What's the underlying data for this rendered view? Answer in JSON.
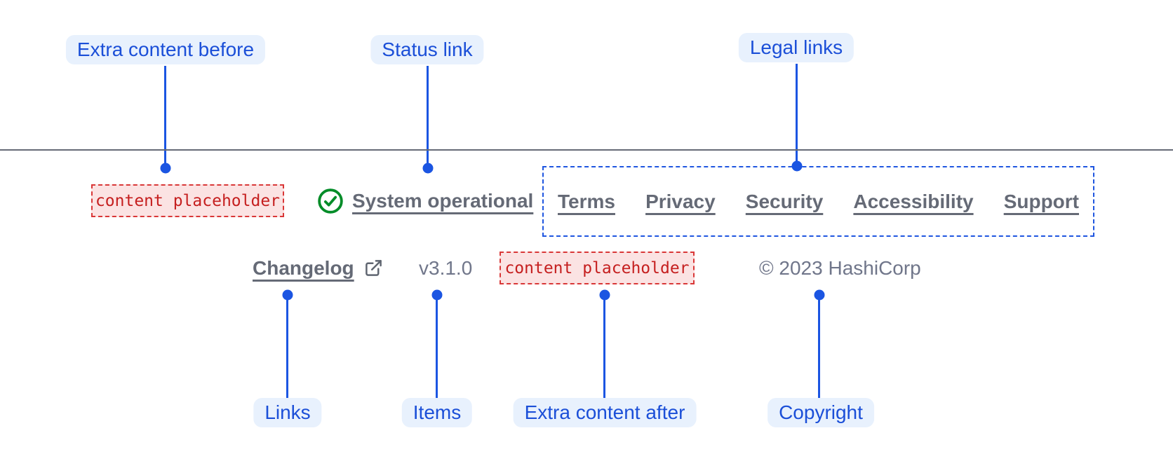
{
  "colors": {
    "accent_blue": "#1b55e2",
    "badge_bg": "#e8f1fd",
    "badge_text": "#1b4fd8",
    "link_gray": "#656a76",
    "muted_gray": "#70768a",
    "divider_gray": "#656a76",
    "placeholder_red": "#c51f1f",
    "placeholder_bg": "#fbe3e3",
    "placeholder_border": "#d93737",
    "success_green": "#028c28"
  },
  "callouts": {
    "extra_content_before": "Extra content before",
    "status_link": "Status link",
    "legal_links": "Legal links",
    "links": "Links",
    "items": "Items",
    "extra_content_after": "Extra content after",
    "copyright": "Copyright"
  },
  "footer": {
    "extra_content_before": "content placeholder",
    "status": {
      "label": "System operational",
      "icon": "check-circle-icon"
    },
    "legal_links": [
      "Terms",
      "Privacy",
      "Security",
      "Accessibility",
      "Support"
    ],
    "changelog": {
      "label": "Changelog",
      "icon": "external-link-icon"
    },
    "version": "v3.1.0",
    "extra_content_after": "content placeholder",
    "copyright": "© 2023 HashiCorp"
  }
}
